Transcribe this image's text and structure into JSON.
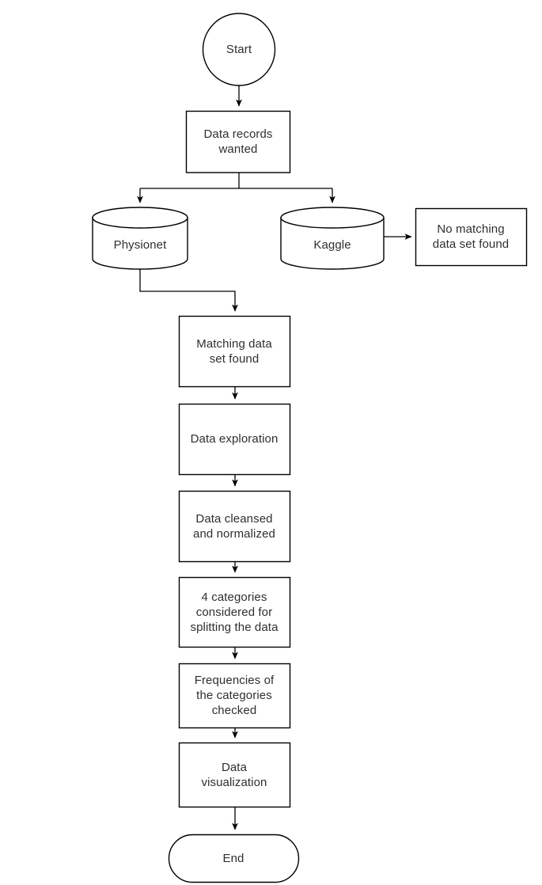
{
  "diagram": {
    "title": "Data analysis workflow flowchart",
    "background_color": "#ffffff",
    "stroke_color": "#000000",
    "text_color": "#2f2f2f"
  },
  "nodes": {
    "start": {
      "label": "Start",
      "shape": "circle"
    },
    "data_records_wanted": {
      "label": "Data records\nwanted",
      "shape": "process"
    },
    "physionet": {
      "label": "Physionet",
      "shape": "database"
    },
    "kaggle": {
      "label": "Kaggle",
      "shape": "database"
    },
    "no_matching": {
      "label": "No matching\ndata set found",
      "shape": "process"
    },
    "matching_found": {
      "label": "Matching data\nset found",
      "shape": "process"
    },
    "data_exploration": {
      "label": "Data exploration",
      "shape": "process"
    },
    "data_cleansed": {
      "label": "Data cleansed\nand normalized",
      "shape": "process"
    },
    "four_categories": {
      "label": "4 categories\nconsidered for\nsplitting the data",
      "shape": "process"
    },
    "frequencies": {
      "label": "Frequencies of\nthe categories\nchecked",
      "shape": "process"
    },
    "data_visualization": {
      "label": "Data\nvisualization",
      "shape": "process"
    },
    "end": {
      "label": "End",
      "shape": "terminator"
    }
  },
  "edges": [
    {
      "from": "start",
      "to": "data_records_wanted",
      "label": ""
    },
    {
      "from": "data_records_wanted",
      "to": "physionet",
      "label": ""
    },
    {
      "from": "data_records_wanted",
      "to": "kaggle",
      "label": ""
    },
    {
      "from": "kaggle",
      "to": "no_matching",
      "label": ""
    },
    {
      "from": "physionet",
      "to": "matching_found",
      "label": ""
    },
    {
      "from": "matching_found",
      "to": "data_exploration",
      "label": ""
    },
    {
      "from": "data_exploration",
      "to": "data_cleansed",
      "label": ""
    },
    {
      "from": "data_cleansed",
      "to": "four_categories",
      "label": ""
    },
    {
      "from": "four_categories",
      "to": "frequencies",
      "label": ""
    },
    {
      "from": "frequencies",
      "to": "data_visualization",
      "label": ""
    },
    {
      "from": "data_visualization",
      "to": "end",
      "label": ""
    }
  ]
}
